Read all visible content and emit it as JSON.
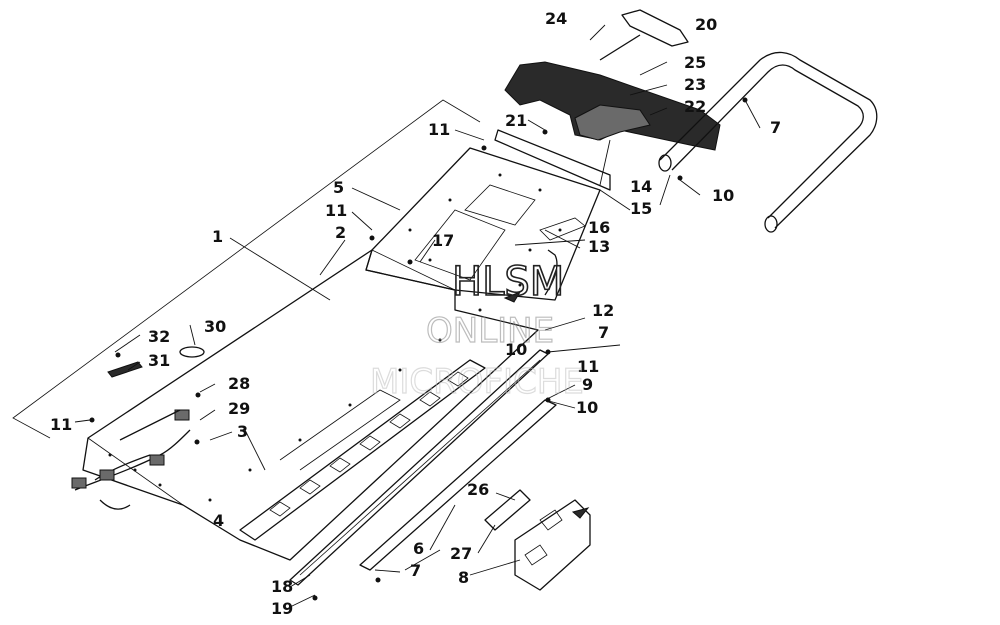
{
  "watermark": {
    "line1": "HLSM",
    "line2": "ONLINE",
    "line3": "MICROFICHE"
  },
  "callouts": [
    "1",
    "2",
    "3",
    "4",
    "5",
    "6",
    "7",
    "7",
    "7",
    "8",
    "9",
    "10",
    "10",
    "10",
    "11",
    "11",
    "11",
    "11",
    "12",
    "13",
    "14",
    "15",
    "16",
    "17",
    "18",
    "19",
    "20",
    "21",
    "22",
    "23",
    "24",
    "25",
    "26",
    "27",
    "28",
    "29",
    "30",
    "31",
    "32"
  ]
}
